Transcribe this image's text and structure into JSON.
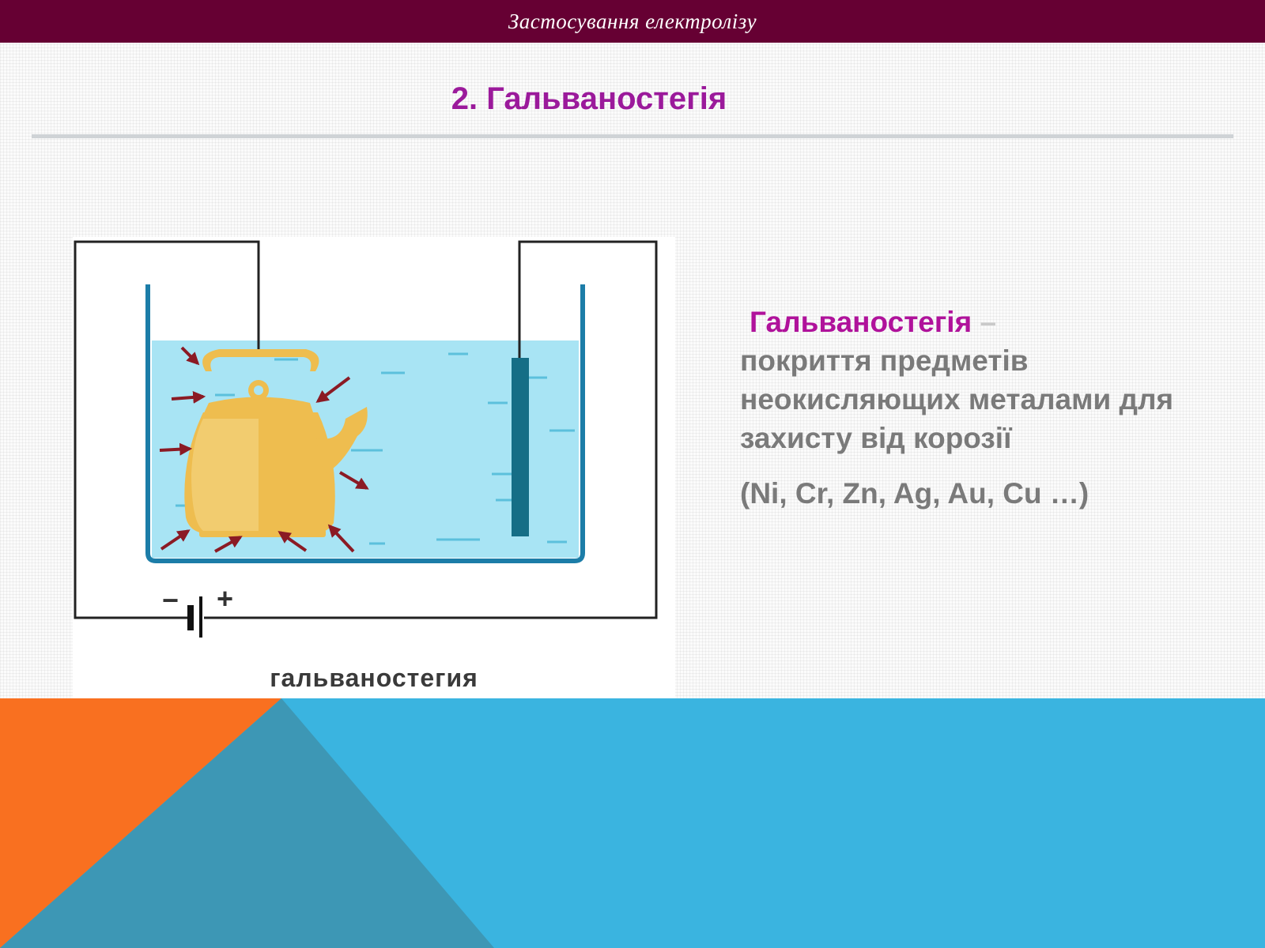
{
  "header": {
    "title": "Застосування електролізу"
  },
  "slide": {
    "heading": "2. Гальваностегія"
  },
  "figure": {
    "caption": "гальваностегия",
    "minus_sign": "−",
    "plus_sign": "+"
  },
  "definition": {
    "term": "Гальваностегія",
    "dash": "–",
    "text": "покриття предметів неокисляющих металами для захисту від корозії",
    "metals": "(Ni, Cr, Zn, Ag, Au, Cu …)"
  },
  "colors": {
    "header_bg": "#660033",
    "heading": "#9b1a9b",
    "term": "#b0129b",
    "body_text": "#7a7a7a",
    "electrolyte": "#a8e4f4",
    "kettle": "#eebd4f",
    "arrows": "#8b1a24",
    "orange": "#f97020",
    "blue": "#3ab4e0",
    "teal": "#3d97b5"
  }
}
